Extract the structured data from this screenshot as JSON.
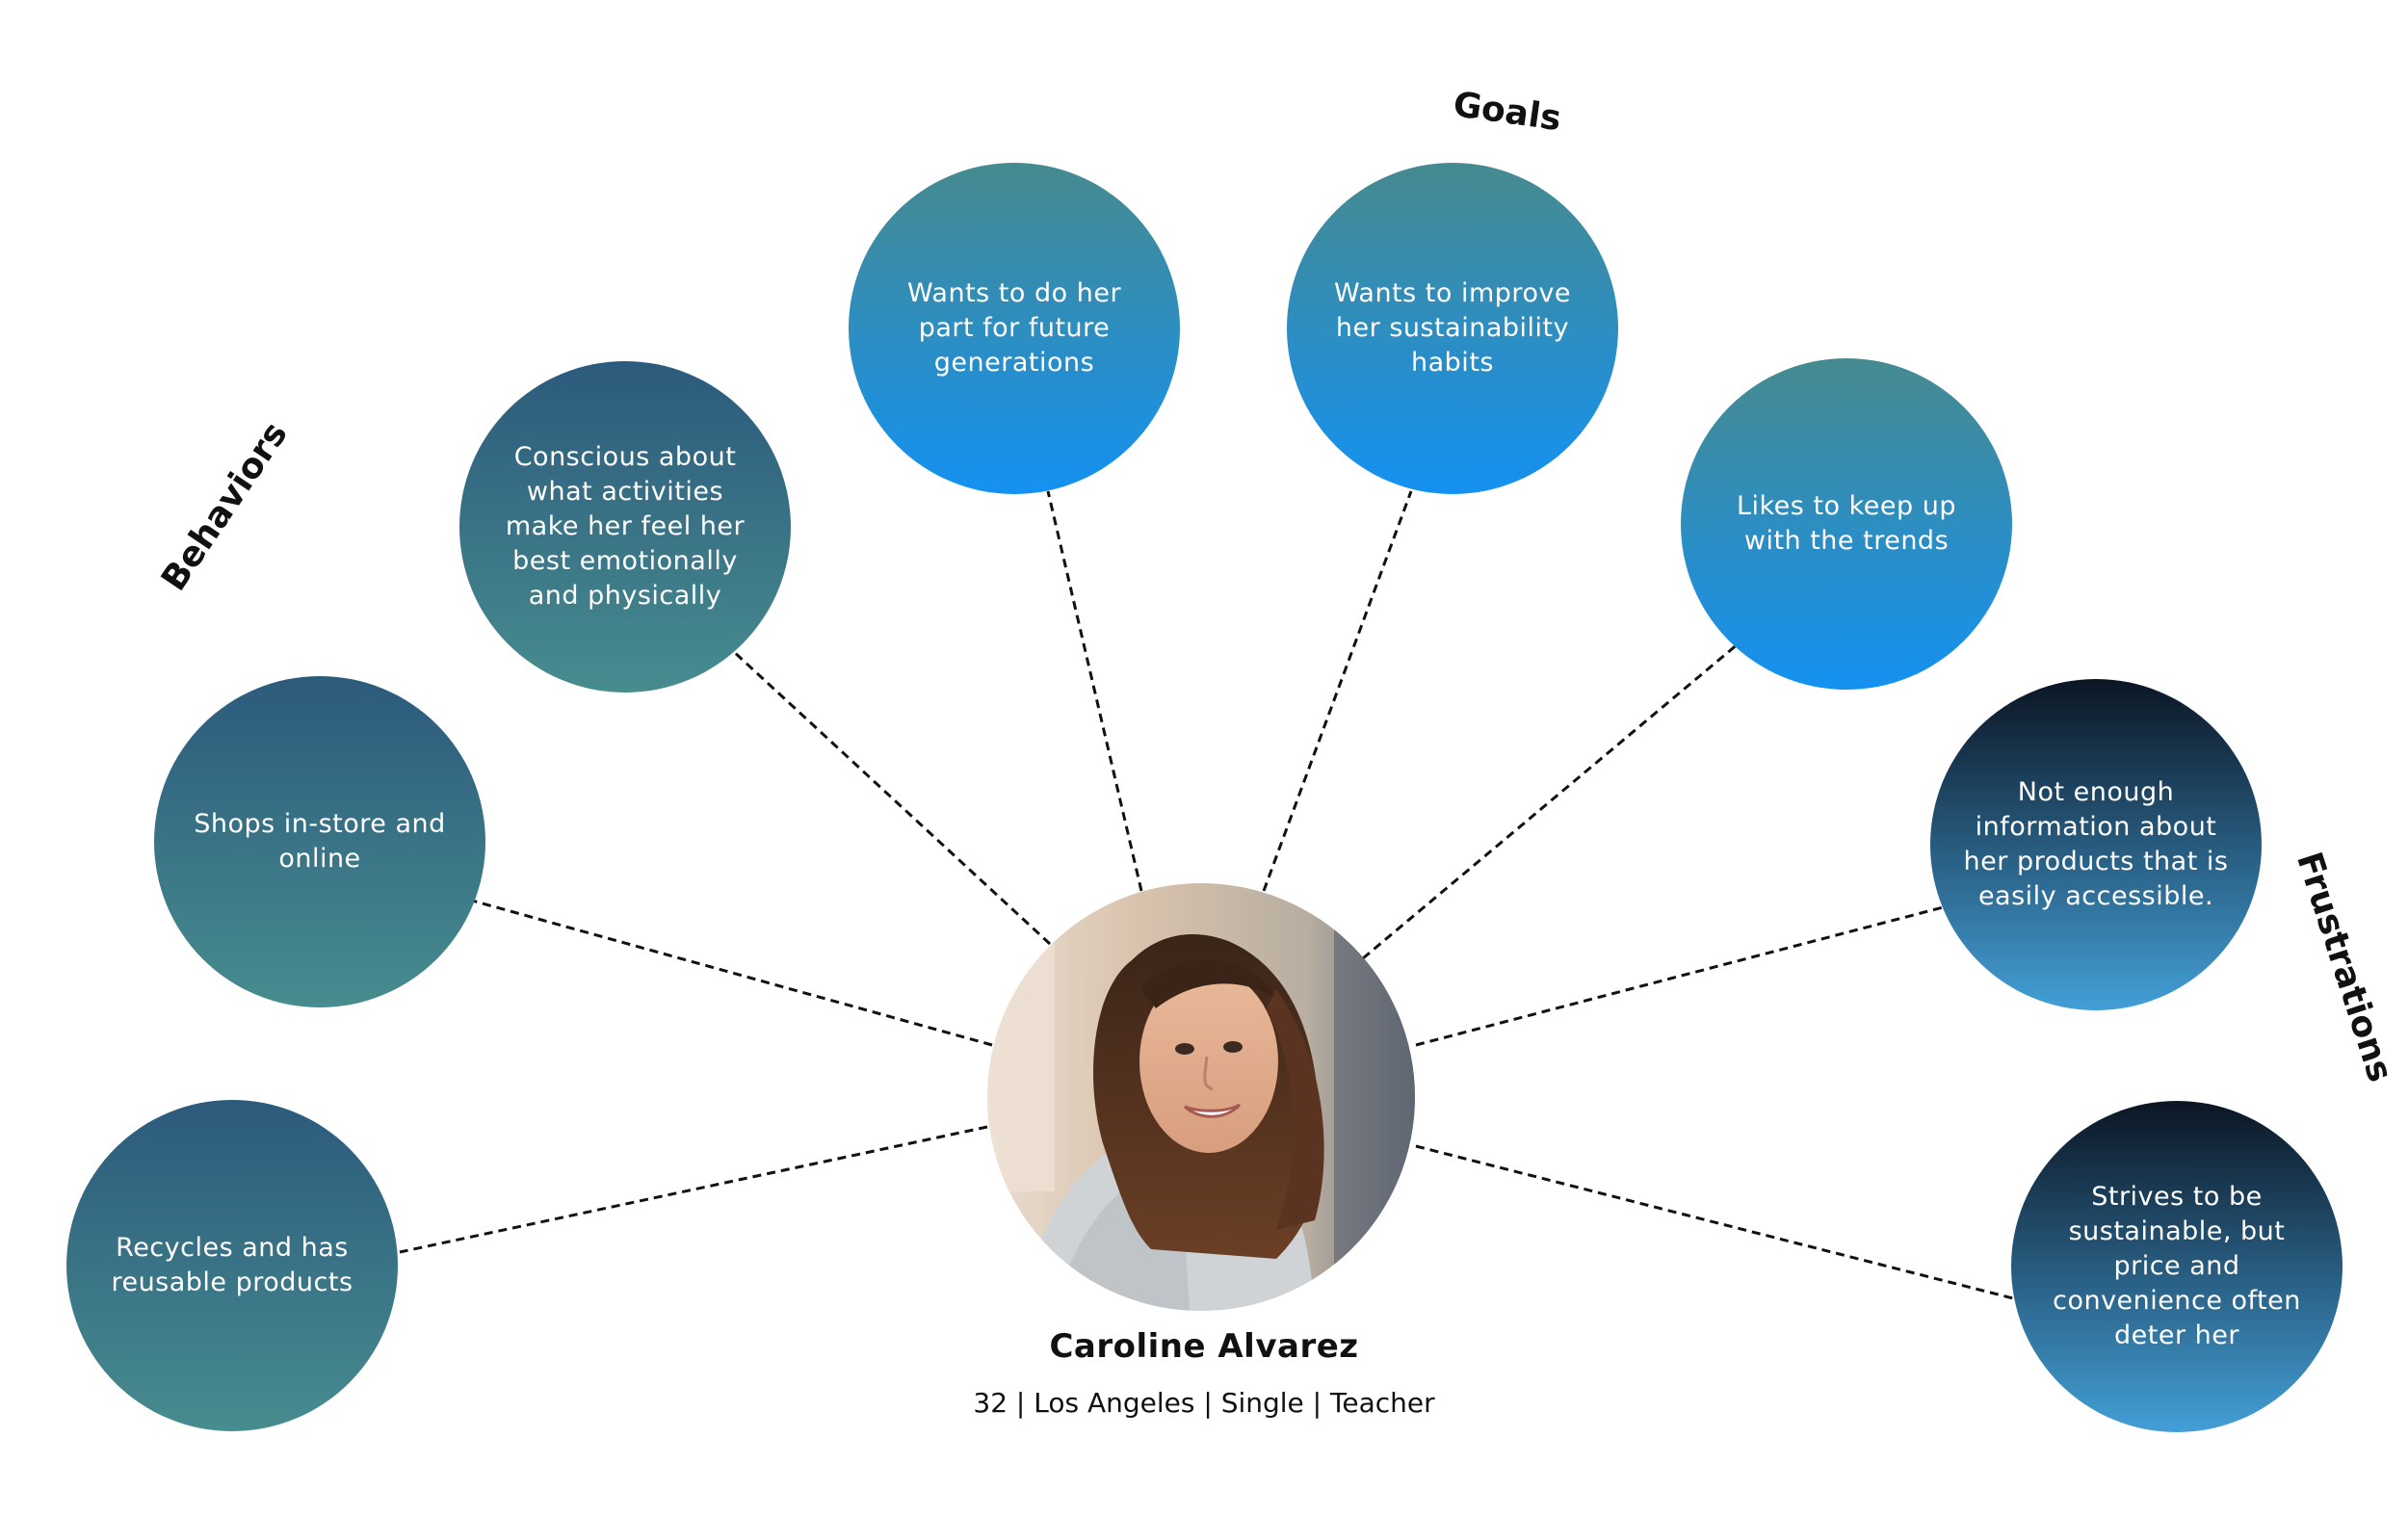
{
  "sections": {
    "behaviors": "Behaviors",
    "goals": "Goals",
    "frustrations": "Frustrations"
  },
  "behaviors": [
    "Recycles and has reusable products",
    "Shops in-store and online",
    "Conscious about what activities make her feel her best emotionally and physically"
  ],
  "goals": [
    "Wants to do her part for future generations",
    "Wants to improve her sustainability habits",
    "Likes to keep up with the trends"
  ],
  "frustrations": [
    "Not enough information about her products that is easily accessible.",
    "Strives to be sustainable, but price and convenience often deter her"
  ],
  "persona": {
    "name": "Caroline Alvarez",
    "details": "32 | Los Angeles | Single | Teacher"
  },
  "colors": {
    "behavior_top": "#2c5a7c",
    "behavior_bottom": "#478c8f",
    "goal_top": "#468a8f",
    "goal_bottom": "#1491f1",
    "frustration_top": "#0b1523",
    "frustration_bottom": "#439fd6",
    "connector": "#111111"
  }
}
